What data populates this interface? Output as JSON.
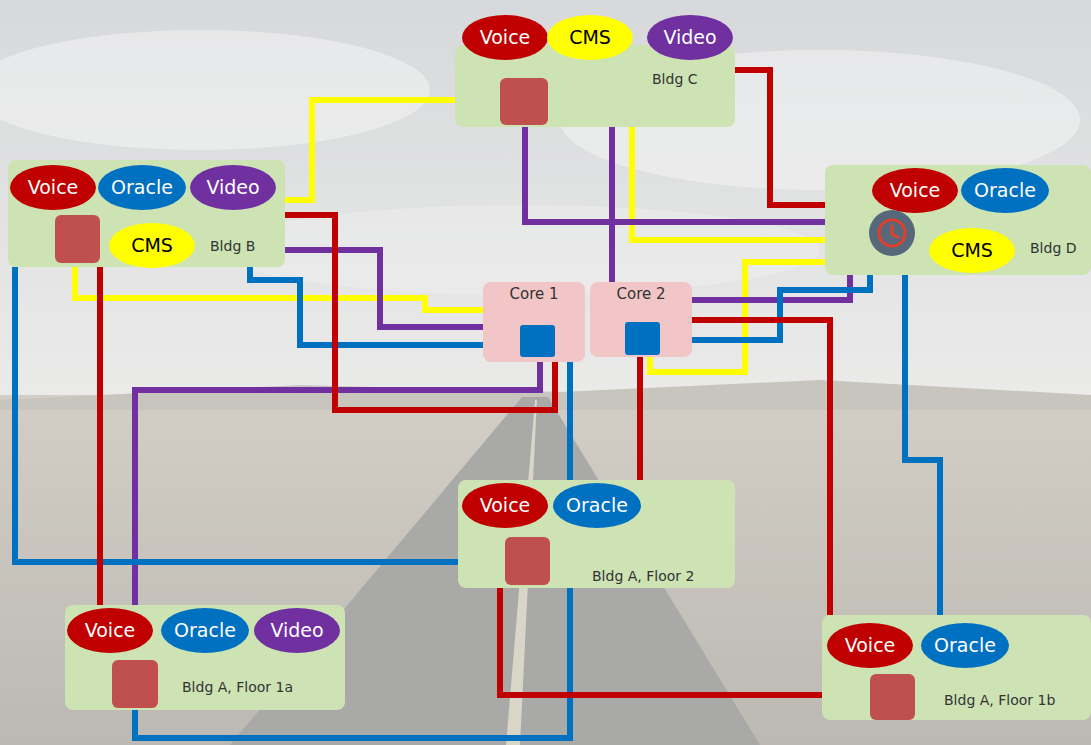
{
  "diagram": {
    "nodes": [
      {
        "text": [
          "Bldg C"
        ]
      },
      {
        "text": [
          "Voice"
        ],
        "in": 0
      },
      {
        "text": [
          "CMS"
        ],
        "in": 0
      },
      {
        "text": [
          "Video"
        ],
        "in": 0
      },
      {
        "text": [
          "Bldg B"
        ]
      },
      {
        "text": [
          "Voice"
        ],
        "in": 4
      },
      {
        "text": [
          "Oracle"
        ],
        "in": 4
      },
      {
        "text": [
          "Video"
        ],
        "in": 4
      },
      {
        "text": [
          "CMS"
        ],
        "in": 4
      },
      {
        "text": [
          "Bldg D"
        ]
      },
      {
        "text": [
          "Voice"
        ],
        "in": 9
      },
      {
        "text": [
          "Oracle"
        ],
        "in": 9
      },
      {
        "text": [
          "CMS"
        ],
        "in": 9
      },
      {
        "text": [
          "Core 1"
        ]
      },
      {
        "text": [
          "Core 2"
        ]
      },
      {
        "text": [
          "Bldg A, Floor 2"
        ]
      },
      {
        "text": [
          "Voice"
        ],
        "in": 15
      },
      {
        "text": [
          "Oracle"
        ],
        "in": 15
      },
      {
        "text": [
          "Bldg A, Floor 1a"
        ]
      },
      {
        "text": [
          "Voice"
        ],
        "in": 18
      },
      {
        "text": [
          "Oracle"
        ],
        "in": 18
      },
      {
        "text": [
          "Video"
        ],
        "in": 18
      },
      {
        "text": [
          "Bldg A, Floor 1b"
        ]
      },
      {
        "text": [
          "Voice"
        ],
        "in": 22
      },
      {
        "text": [
          "Oracle"
        ],
        "in": 22
      }
    ],
    "edges": [
      {
        "from": 0,
        "to": 4,
        "arrow": "none"
      },
      {
        "from": 0,
        "to": 9,
        "arrow": "none"
      },
      {
        "from": 4,
        "to": 13,
        "arrow": "none"
      },
      {
        "from": 9,
        "to": 14,
        "arrow": "none"
      },
      {
        "from": 0,
        "to": 9,
        "arrow": "none"
      },
      {
        "from": 0,
        "to": 14,
        "arrow": "none"
      },
      {
        "from": 13,
        "to": 18,
        "arrow": "none"
      },
      {
        "from": 9,
        "to": 14,
        "arrow": "none"
      },
      {
        "from": 4,
        "to": 13,
        "arrow": "none"
      },
      {
        "from": 4,
        "to": 15,
        "arrow": "none"
      },
      {
        "from": 4,
        "to": 13,
        "arrow": "none"
      },
      {
        "from": 9,
        "to": 22,
        "arrow": "none"
      },
      {
        "from": 18,
        "to": 13,
        "arrow": "none"
      },
      {
        "from": 14,
        "to": 9,
        "arrow": "none"
      },
      {
        "from": 0,
        "to": 9,
        "arrow": "none"
      },
      {
        "from": 4,
        "to": 13,
        "arrow": "none"
      },
      {
        "from": 18,
        "to": 4,
        "arrow": "none"
      },
      {
        "from": 22,
        "to": 15,
        "arrow": "none"
      },
      {
        "from": 15,
        "to": 14,
        "arrow": "none"
      },
      {
        "from": 22,
        "to": 14,
        "arrow": "none"
      }
    ]
  }
}
